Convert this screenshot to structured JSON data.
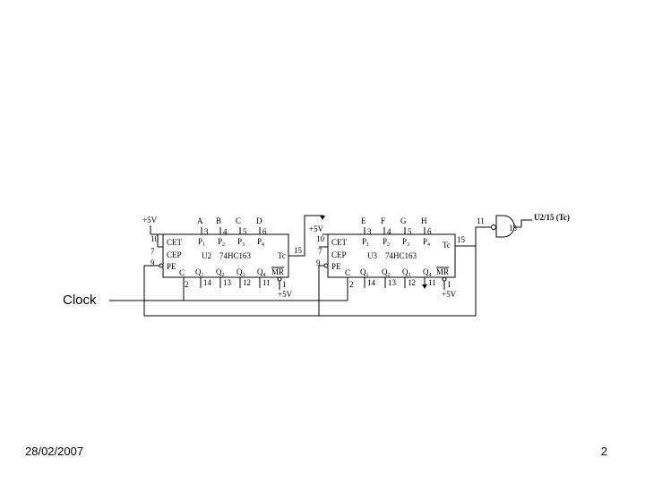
{
  "footer": {
    "date": "28/02/2007",
    "page": "2"
  },
  "clock_label": "Clock",
  "supply": "+5V",
  "nand_output_label": "U2/15 (Tc)",
  "nand_pins": {
    "in": "11",
    "out": "13"
  },
  "counters": [
    {
      "name": "U2",
      "part": "74HC163",
      "inputs": [
        "A",
        "B",
        "C",
        "D"
      ],
      "input_pins": [
        "3",
        "4",
        "5",
        "6"
      ],
      "control_pins": {
        "cet": "10",
        "cep": "7",
        "pe": "9",
        "clk": "2",
        "mr": "1",
        "tc": "15"
      },
      "output_pins": [
        "14",
        "13",
        "12",
        "11"
      ]
    },
    {
      "name": "U3",
      "part": "74HC163",
      "inputs": [
        "E",
        "F",
        "G",
        "H"
      ],
      "input_pins": [
        "3",
        "4",
        "5",
        "6"
      ],
      "control_pins": {
        "cet": "10",
        "cep": "7",
        "pe": "9",
        "clk": "2",
        "mr": "1",
        "tc": "15"
      },
      "output_pins": [
        "14",
        "13",
        "12",
        "11"
      ]
    }
  ]
}
